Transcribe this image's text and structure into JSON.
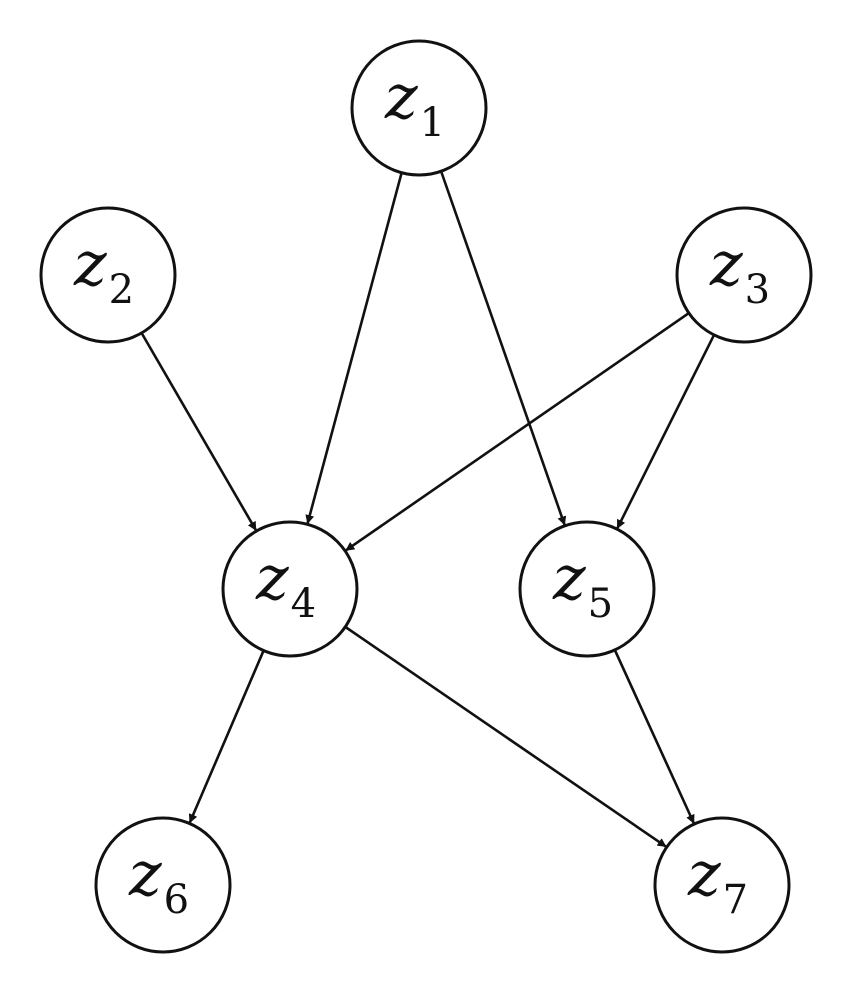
{
  "diagram": {
    "type": "directed-graph",
    "colors": {
      "stroke": "#111111",
      "fill": "#ffffff"
    },
    "nodes": [
      {
        "id": "z1",
        "var": "z",
        "sub": "1"
      },
      {
        "id": "z2",
        "var": "z",
        "sub": "2"
      },
      {
        "id": "z3",
        "var": "z",
        "sub": "3"
      },
      {
        "id": "z4",
        "var": "z",
        "sub": "4"
      },
      {
        "id": "z5",
        "var": "z",
        "sub": "5"
      },
      {
        "id": "z6",
        "var": "z",
        "sub": "6"
      },
      {
        "id": "z7",
        "var": "z",
        "sub": "7"
      }
    ],
    "edges": [
      {
        "from": "z1",
        "to": "z4"
      },
      {
        "from": "z1",
        "to": "z5"
      },
      {
        "from": "z2",
        "to": "z4"
      },
      {
        "from": "z3",
        "to": "z4"
      },
      {
        "from": "z3",
        "to": "z5"
      },
      {
        "from": "z4",
        "to": "z6"
      },
      {
        "from": "z4",
        "to": "z7"
      },
      {
        "from": "z5",
        "to": "z7"
      }
    ]
  }
}
